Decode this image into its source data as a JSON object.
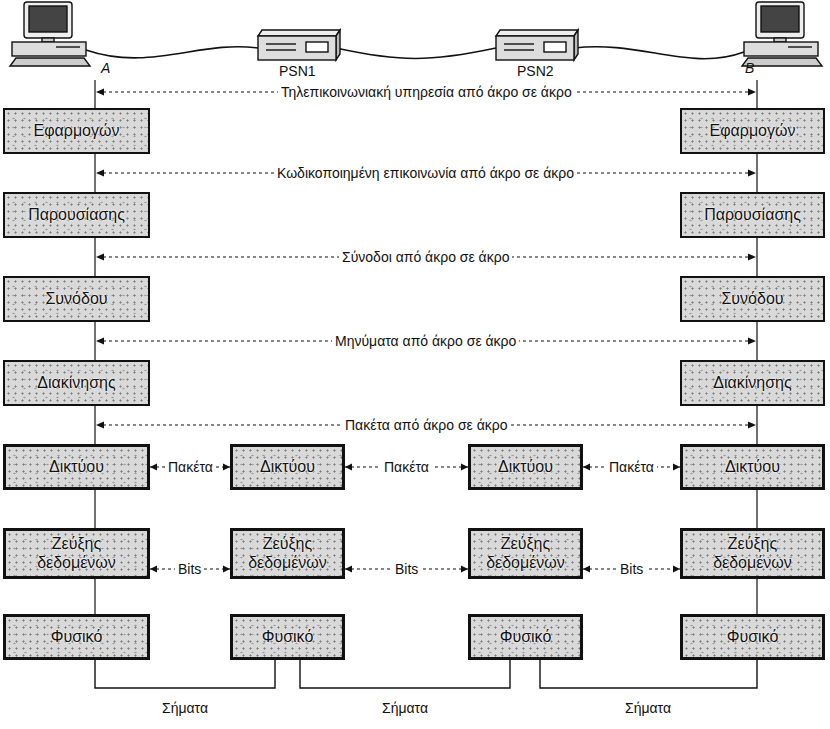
{
  "diagram": {
    "nodes": [
      {
        "text": [
          "Εφαρμογών"
        ]
      },
      {
        "text": [
          "Εφαρμογών"
        ]
      },
      {
        "text": [
          "Παρουσίασης"
        ]
      },
      {
        "text": [
          "Παρουσίασης"
        ]
      },
      {
        "text": [
          "Συνόδου"
        ]
      },
      {
        "text": [
          "Συνόδου"
        ]
      },
      {
        "text": [
          "Διακίνησης"
        ]
      },
      {
        "text": [
          "Διακίνησης"
        ]
      },
      {
        "text": [
          "Δικτύου"
        ]
      },
      {
        "text": [
          "Δικτύου"
        ]
      },
      {
        "text": [
          "Δικτύου"
        ]
      },
      {
        "text": [
          "Δικτύου"
        ]
      },
      {
        "text": [
          "Ζεύξης δεδομένων"
        ]
      },
      {
        "text": [
          "Ζεύξης δεδομένων"
        ]
      },
      {
        "text": [
          "Ζεύξης δεδομένων"
        ]
      },
      {
        "text": [
          "Ζεύξης δεδομένων"
        ]
      },
      {
        "text": [
          "Φυσικό"
        ]
      },
      {
        "text": [
          "Φυσικό"
        ]
      },
      {
        "text": [
          "Φυσικό"
        ]
      },
      {
        "text": [
          "Φυσικό"
        ]
      }
    ],
    "edges": [
      {
        "from": 0,
        "to": 2,
        "arrow": "none"
      },
      {
        "from": 2,
        "to": 4,
        "arrow": "none"
      },
      {
        "from": 4,
        "to": 6,
        "arrow": "none"
      },
      {
        "from": 6,
        "to": 8,
        "arrow": "none"
      },
      {
        "from": 8,
        "to": 12,
        "arrow": "none"
      },
      {
        "from": 12,
        "to": 16,
        "arrow": "none"
      },
      {
        "from": 1,
        "to": 3,
        "arrow": "none"
      },
      {
        "from": 3,
        "to": 5,
        "arrow": "none"
      },
      {
        "from": 5,
        "to": 7,
        "arrow": "none"
      },
      {
        "from": 7,
        "to": 11,
        "arrow": "none"
      },
      {
        "from": 11,
        "to": 15,
        "arrow": "none"
      },
      {
        "from": 15,
        "to": 19,
        "arrow": "none"
      },
      {
        "from": 8,
        "to": 9,
        "label": "Πακέτα",
        "arrow": "both"
      },
      {
        "from": 9,
        "to": 10,
        "label": "Πακέτα",
        "arrow": "both"
      },
      {
        "from": 10,
        "to": 11,
        "label": "Πακέτα",
        "arrow": "both"
      },
      {
        "from": 12,
        "to": 13,
        "label": "Bits",
        "arrow": "both"
      },
      {
        "from": 13,
        "to": 14,
        "label": "Bits",
        "arrow": "both"
      },
      {
        "from": 14,
        "to": 15,
        "label": "Bits",
        "arrow": "both"
      },
      {
        "from": 16,
        "to": 17,
        "label": "Σήματα",
        "arrow": "none"
      },
      {
        "from": 17,
        "to": 18,
        "label": "Σήματα",
        "arrow": "none"
      },
      {
        "from": 18,
        "to": 19,
        "label": "Σήματα",
        "arrow": "none"
      }
    ],
    "labels": [
      "A",
      "PSN1",
      "PSN2",
      "B",
      "Τηλεπικοινωνιακή υπηρεσία από άκρο σε άκρο",
      "Κωδικοποιημένη επικοινωνία από άκρο σε άκρο",
      "Σύνοδοι από άκρο σε άκρο",
      "Μηνύματα από άκρο σε άκρο",
      "Πακέτα από άκρο σε άκρο"
    ]
  }
}
